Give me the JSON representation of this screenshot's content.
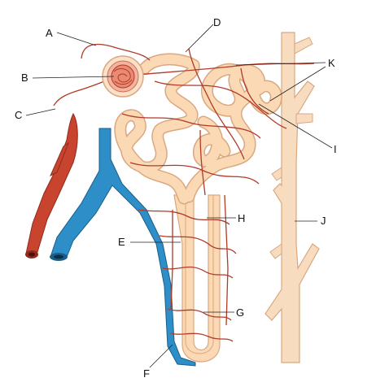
{
  "colors": {
    "tubule_fill": "#fbd9b5",
    "tubule_stroke": "#d9a880",
    "collecting_duct_fill": "#f8dcbf",
    "capillary": "#b23a28",
    "artery_fill": "#c9442e",
    "vein_fill": "#2e8fc8",
    "glomerulus_fill": "#e98a73"
  },
  "labels": {
    "A": "A",
    "B": "B",
    "C": "C",
    "D": "D",
    "E": "E",
    "F": "F",
    "G": "G",
    "H": "H",
    "I": "I",
    "J": "J",
    "K": "K"
  }
}
